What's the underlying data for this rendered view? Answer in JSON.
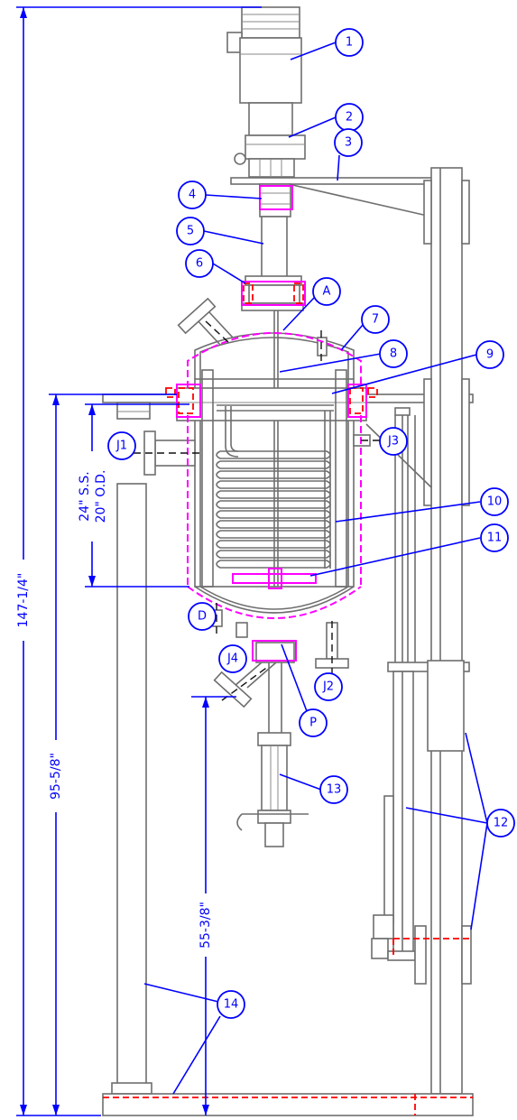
{
  "colors": {
    "equipment": "#6e6e6e",
    "callouts": "#0000ff",
    "vessel_jacket": "#ff00ff",
    "flanges_base": "#ff0000"
  },
  "balloons": {
    "n1": "1",
    "n2": "2",
    "n3": "3",
    "n4": "4",
    "n5": "5",
    "n6": "6",
    "n7": "7",
    "n8": "8",
    "n9": "9",
    "n10": "10",
    "n11": "11",
    "n12": "12",
    "n13": "13",
    "n14": "14",
    "a": "A",
    "d": "D",
    "p": "P",
    "j1": "J1",
    "j2": "J2",
    "j3": "J3",
    "j4": "J4"
  },
  "dimensions": {
    "overall_height": "147-1/4\"",
    "vessel_height": "95-5/8\"",
    "outlet_height": "55-3/8\"",
    "shell_length": "24\" S.S.",
    "shell_diameter": "20\" O.D."
  }
}
